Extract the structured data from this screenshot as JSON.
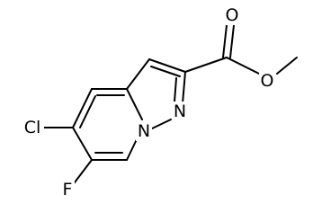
{
  "molecule": {
    "atoms": {
      "cl": "Cl",
      "f": "F",
      "n_bridge": "N",
      "n_ring": "N",
      "o_carbonyl": "O",
      "o_ester": "O"
    }
  }
}
